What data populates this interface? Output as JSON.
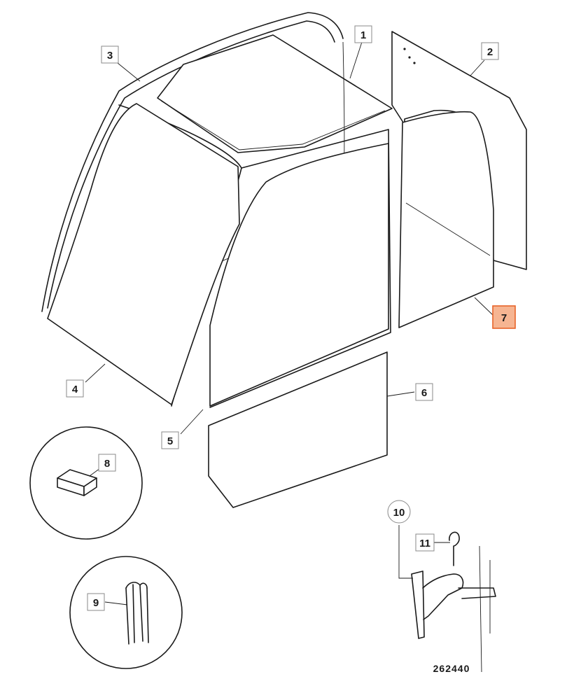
{
  "callouts": {
    "c1": "1",
    "c2": "2",
    "c3": "3",
    "c4": "4",
    "c5": "5",
    "c6": "6",
    "c7": "7",
    "c8": "8",
    "c9": "9",
    "c10": "10",
    "c11": "11"
  },
  "drawing_number": "262440",
  "colors": {
    "highlight_fill": "#f6b592",
    "highlight_stroke": "#e8642a",
    "line": "#1a1a1a"
  }
}
